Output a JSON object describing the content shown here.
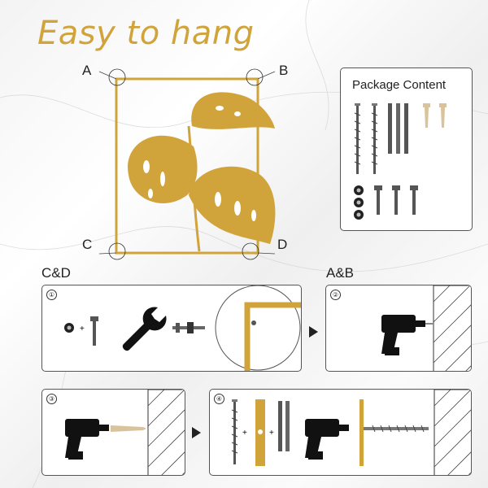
{
  "title": "Easy to hang",
  "corners": {
    "a": "A",
    "b": "B",
    "c": "C",
    "d": "D"
  },
  "sections": {
    "left": "C&D",
    "right": "A&B"
  },
  "package": {
    "title": "Package Content"
  },
  "steps": [
    "①",
    "②",
    "③",
    "④"
  ],
  "plus": "+",
  "colors": {
    "gold": "#d1a43b",
    "dark": "#1a1a1a",
    "border": "#555555",
    "title": "#d1a43b"
  },
  "icons": [
    "screw-icon",
    "nut-icon",
    "bolt-icon",
    "wrench-icon",
    "drill-icon",
    "anchor-icon",
    "wall-icon",
    "mounting-plate-icon",
    "leaf-icon"
  ]
}
